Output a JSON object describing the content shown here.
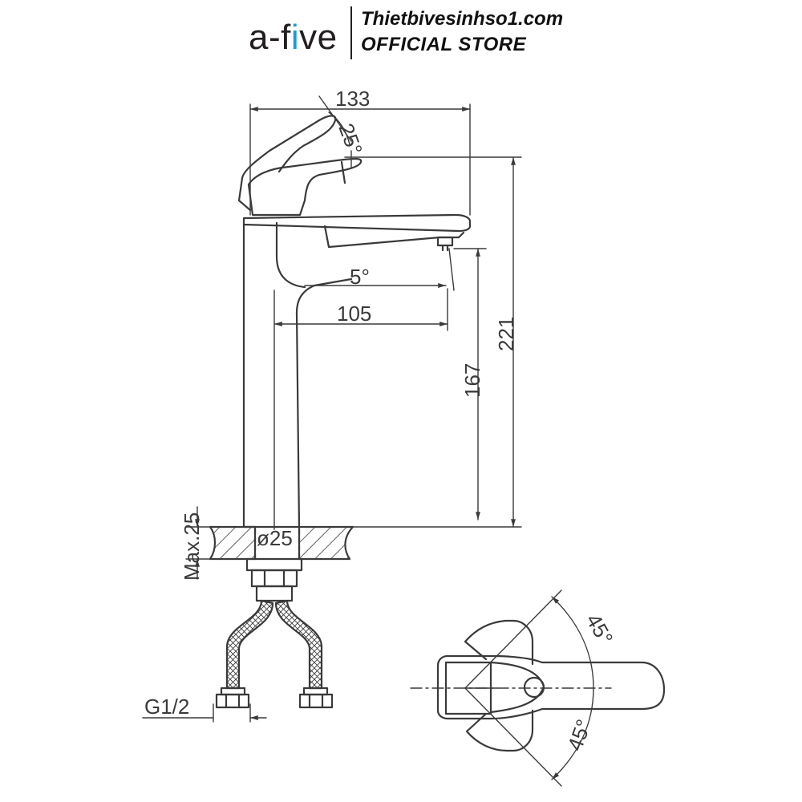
{
  "header": {
    "brand": "a-five",
    "store_site": "Thietbivesinhso1.com",
    "store_label": "OFFICIAL STORE",
    "accent_color": "#1e9ad6"
  },
  "dimensions": {
    "overall_width": "133",
    "handle_angle": "25°",
    "spout_angle": "5°",
    "spout_reach": "105",
    "spout_height": "167",
    "overall_height": "221",
    "deck_thickness": "Max.25",
    "hole_diameter": "ø25",
    "connection": "G1/2",
    "rotation_left": "45°",
    "rotation_right": "45°"
  }
}
